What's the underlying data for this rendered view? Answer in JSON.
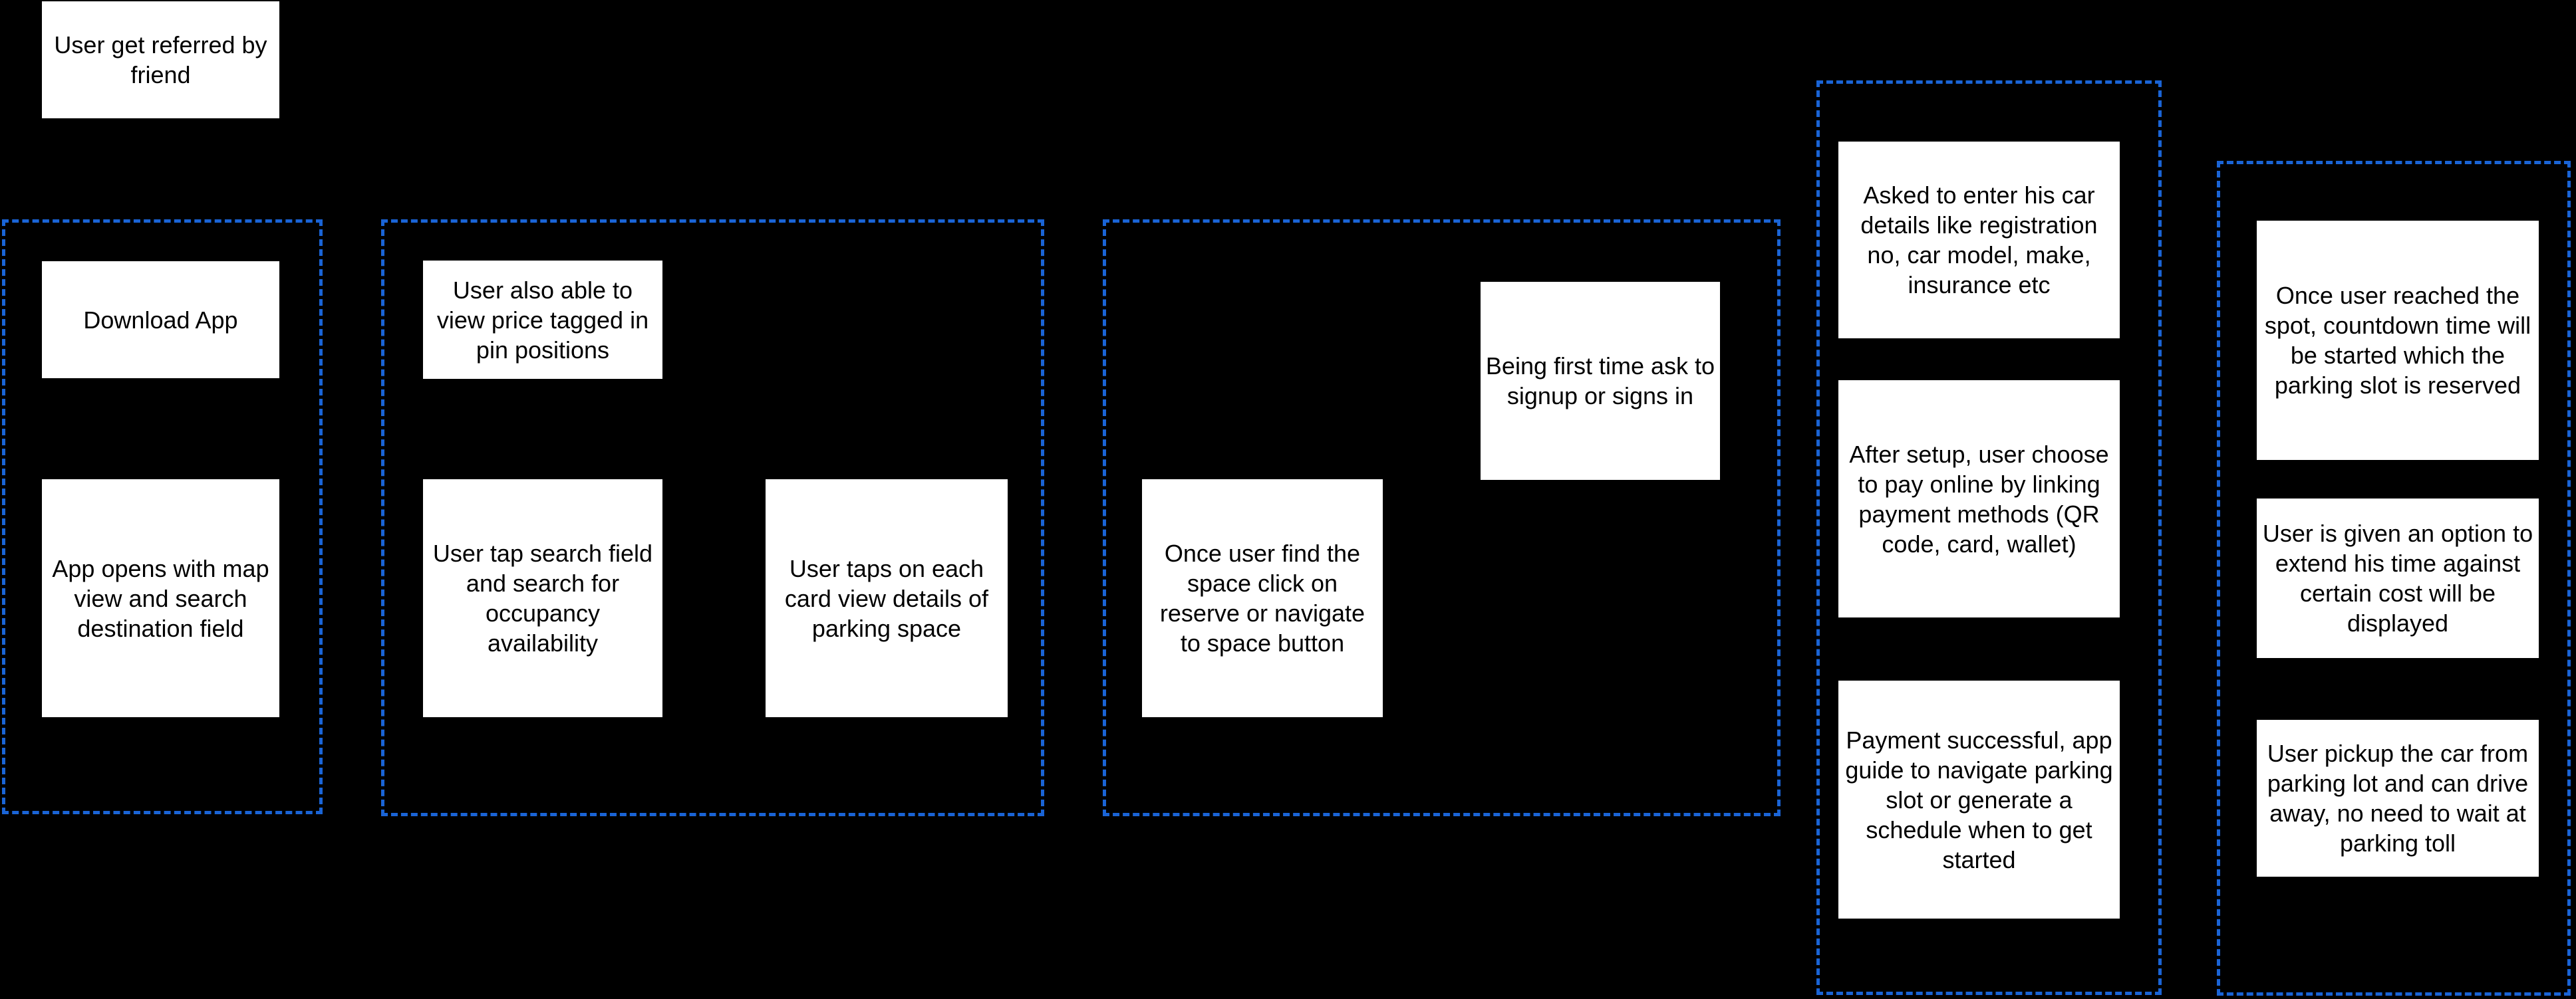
{
  "diagram": {
    "colors": {
      "background": "#000000",
      "node_fill": "#ffffff",
      "node_text": "#000000",
      "group_border": "#1a64d6"
    },
    "standalone_node": {
      "text": "User get referred by friend"
    },
    "groups": [
      {
        "name": "onboarding",
        "nodes": [
          {
            "text": "Download App"
          },
          {
            "text": "App opens with map view and search destination field"
          }
        ]
      },
      {
        "name": "search-parking",
        "nodes": [
          {
            "text": "User also able to view price tagged in pin positions"
          },
          {
            "text": "User tap search field and search for occupancy availability"
          },
          {
            "text": "User taps on each card view details of parking space"
          }
        ]
      },
      {
        "name": "reserve-space",
        "nodes": [
          {
            "text": "Once user find the space click on reserve or navigate to space button"
          },
          {
            "text": "Being first time ask to signup or signs in"
          }
        ]
      },
      {
        "name": "setup-and-payment",
        "nodes": [
          {
            "text": "Asked to enter his car details like registration no, car model, make, insurance etc"
          },
          {
            "text": "After setup, user choose to pay online by linking payment methods (QR code, card, wallet)"
          },
          {
            "text": "Payment successful, app guide to navigate parking slot or generate a schedule when to get started"
          }
        ]
      },
      {
        "name": "parking-session",
        "nodes": [
          {
            "text": "Once user reached the spot, countdown time will be started which the parking slot is reserved"
          },
          {
            "text": "User is given an option to extend his time against certain cost will be displayed"
          },
          {
            "text": "User pickup the car from parking lot and can drive away, no need to wait at parking toll"
          }
        ]
      }
    ]
  }
}
